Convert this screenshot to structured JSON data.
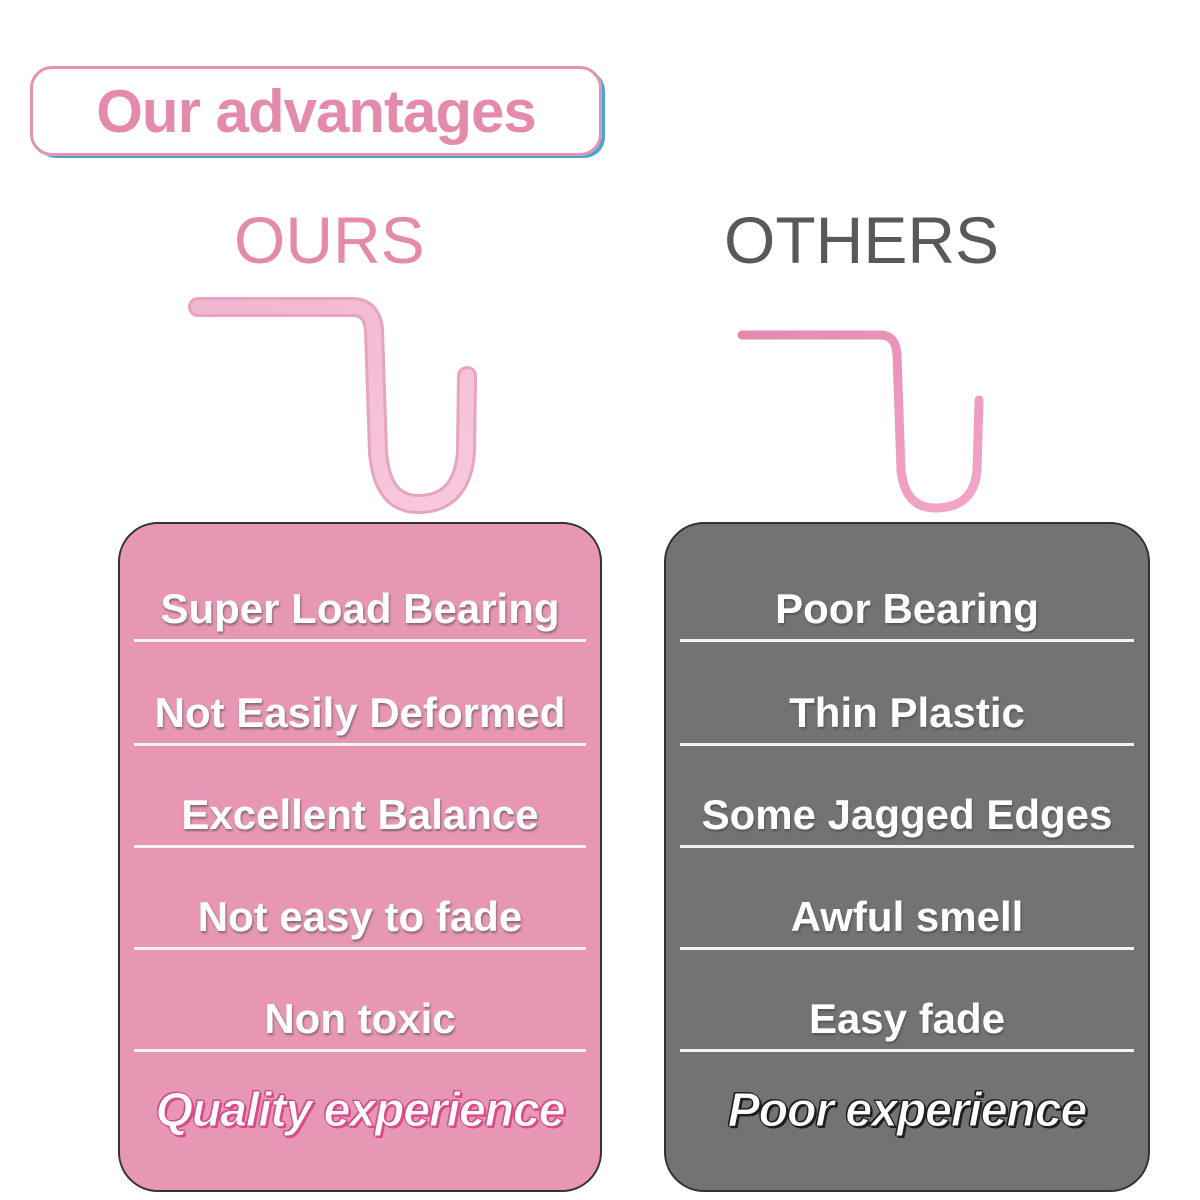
{
  "badge": {
    "title": "Our advantages"
  },
  "ours": {
    "heading": "OURS",
    "features": [
      "Super Load Bearing",
      "Not Easily Deformed",
      "Excellent Balance",
      "Not easy to fade",
      "Non toxic"
    ],
    "summary": "Quality experience"
  },
  "others": {
    "heading": "OTHERS",
    "features": [
      "Poor Bearing",
      "Thin Plastic",
      "Some Jagged Edges",
      "Awful smell",
      "Easy fade"
    ],
    "summary": "Poor experience"
  },
  "colors": {
    "pink_accent": "#e68aac",
    "pink_card": "#e797b4",
    "gray_heading": "#595959",
    "gray_card": "#737373",
    "badge_shadow_blue": "#43a8d3"
  }
}
